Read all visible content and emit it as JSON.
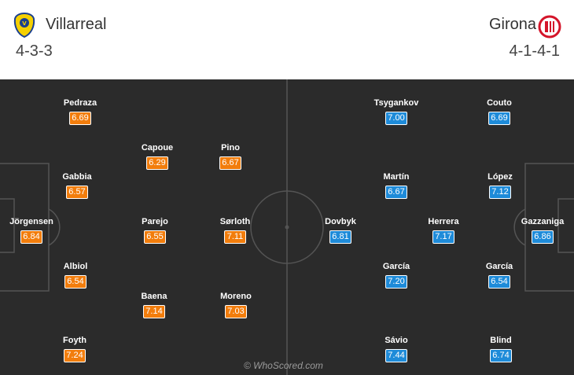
{
  "home": {
    "name": "Villarreal",
    "formation": "4-3-3",
    "badge_icon": "villarreal-crest-icon",
    "color": "#f27d0c",
    "players": [
      {
        "name": "Jörgensen",
        "rating": "6.84"
      },
      {
        "name": "Pedraza",
        "rating": "6.69"
      },
      {
        "name": "Gabbia",
        "rating": "6.57"
      },
      {
        "name": "Albiol",
        "rating": "6.54"
      },
      {
        "name": "Foyth",
        "rating": "7.24"
      },
      {
        "name": "Capoue",
        "rating": "6.29"
      },
      {
        "name": "Parejo",
        "rating": "6.55"
      },
      {
        "name": "Baena",
        "rating": "7.14"
      },
      {
        "name": "Pino",
        "rating": "6.67"
      },
      {
        "name": "Sørloth",
        "rating": "7.11"
      },
      {
        "name": "Moreno",
        "rating": "7.03"
      }
    ]
  },
  "away": {
    "name": "Girona",
    "formation": "4-1-4-1",
    "badge_icon": "girona-crest-icon",
    "color": "#1e8bd9",
    "players": [
      {
        "name": "Gazzaniga",
        "rating": "6.86"
      },
      {
        "name": "Couto",
        "rating": "6.69"
      },
      {
        "name": "López",
        "rating": "7.12"
      },
      {
        "name": "García",
        "rating": "6.54"
      },
      {
        "name": "Blind",
        "rating": "6.74"
      },
      {
        "name": "Herrera",
        "rating": "7.17"
      },
      {
        "name": "Tsygankov",
        "rating": "7.00"
      },
      {
        "name": "Martín",
        "rating": "6.67"
      },
      {
        "name": "García",
        "rating": "7.20"
      },
      {
        "name": "Sávio",
        "rating": "7.44"
      },
      {
        "name": "Dovbyk",
        "rating": "6.81"
      }
    ]
  },
  "watermark": "© WhoScored.com"
}
